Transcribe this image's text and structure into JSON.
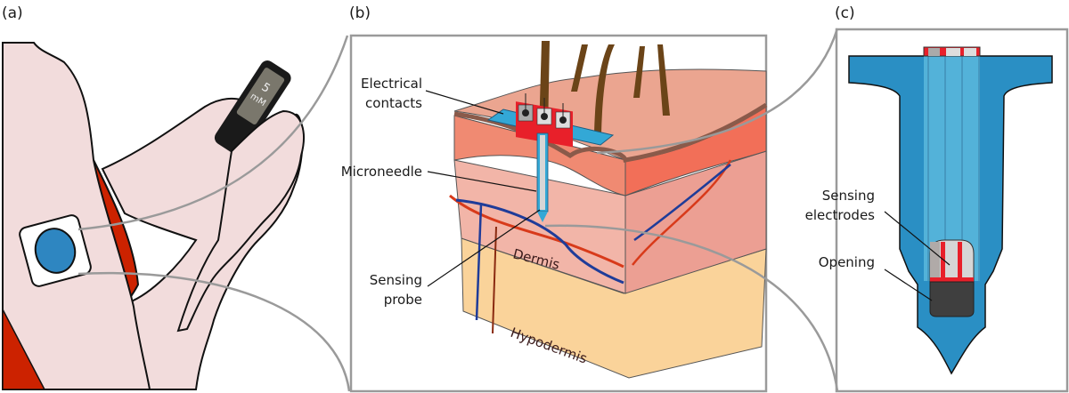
{
  "figure": {
    "panels": [
      {
        "id": "a",
        "label": "(a)",
        "description": "Arm with wearable microneedle sensor patch and handheld glucose reader"
      },
      {
        "id": "b",
        "label": "(b)",
        "description": "Microneedle inserted into skin layers"
      },
      {
        "id": "c",
        "label": "(c)",
        "description": "Cross-section of microneedle with sensing electrodes"
      }
    ],
    "reader": {
      "value": "5",
      "unit": "mM"
    },
    "panel_b": {
      "labels": {
        "electrical_contacts_line1": "Electrical",
        "electrical_contacts_line2": "contacts",
        "microneedle": "Microneedle",
        "sensing_probe_line1": "Sensing",
        "sensing_probe_line2": "probe"
      },
      "layers": {
        "dermis": "Dermis",
        "hypodermis": "Hypodermis"
      }
    },
    "panel_c": {
      "labels": {
        "sensing_electrodes_line1": "Sensing",
        "sensing_electrodes_line2": "electrodes",
        "opening": "Opening"
      }
    },
    "colors": {
      "skin_arm": "#f2dcdc",
      "sleeve_red": "#cc2200",
      "patch_blue": "#2e86c1",
      "needle_blue": "#2a8fc4",
      "needle_channel": "#5bb8dd",
      "contact_red": "#e8202a",
      "dermis": "#f2b5a8",
      "epidermis": "#f08a72",
      "hypodermis": "#fad39a",
      "hair": "#6b4418",
      "vein_blue": "#1f3c99",
      "artery_red": "#d83a1a",
      "connector_gray": "#9a9a9a",
      "opening_dark": "#3f3f3f"
    }
  }
}
